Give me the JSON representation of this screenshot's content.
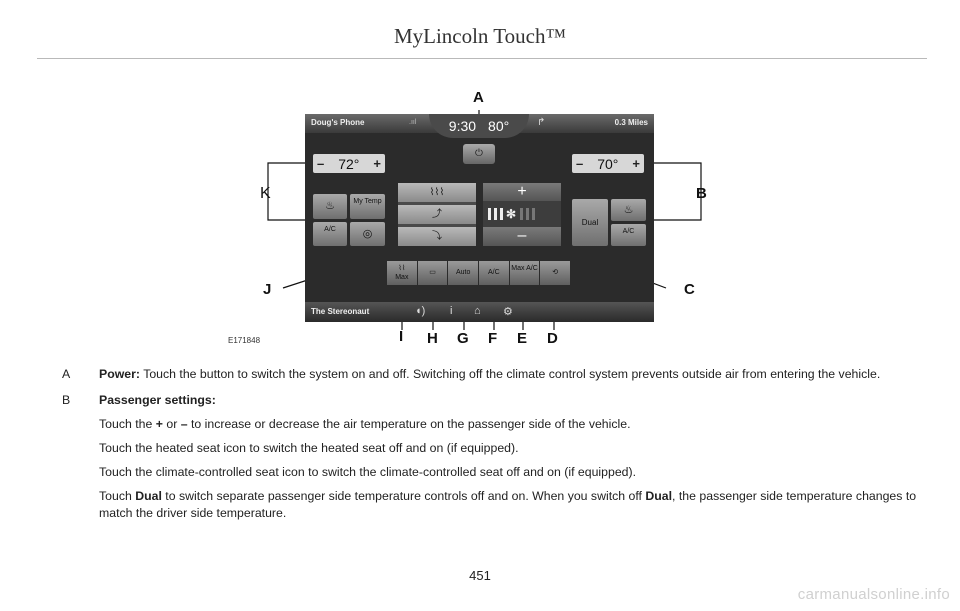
{
  "header": {
    "title": "MyLincoln Touch™"
  },
  "figure": {
    "id": "E171848",
    "callouts": {
      "A": "A",
      "B": "B",
      "C": "C",
      "D": "D",
      "E": "E",
      "F": "F",
      "G": "G",
      "H": "H",
      "I": "I",
      "J": "J",
      "K": "K"
    },
    "screen": {
      "phone": "Doug's Phone",
      "signal": ".ııl",
      "clock": "9:30",
      "outside_temp": "80°",
      "distance": "0.3 Miles",
      "driver_temp": "72°",
      "passenger_temp": "70°",
      "minus": "–",
      "plus": "+",
      "my_temp": "My Temp",
      "dual": "Dual",
      "ac": "A/C",
      "max": "Max",
      "auto": "Auto",
      "max_ac": "Max A/C",
      "source": "The Stereonaut"
    },
    "icons": [
      "power-icon",
      "heated-seat-icon",
      "cooled-seat-icon",
      "defrost-icon",
      "rear-defrost-icon",
      "recirculation-icon",
      "fan-icon",
      "home-icon",
      "info-icon",
      "settings-icon",
      "voice-icon",
      "navigation-arrow-icon"
    ],
    "colors": {
      "screen_bg": "#2b2b2b",
      "tile": "#8f8f8f"
    }
  },
  "items": [
    {
      "label": "A",
      "bold": "Power:",
      "text": " Touch the button to switch the system on and off. Switching off the climate control system prevents outside air from entering the vehicle."
    },
    {
      "label": "B",
      "bold": "Passenger settings:",
      "lines": [
        {
          "pre": "Touch the ",
          "b1": "+",
          "mid": " or ",
          "b2": "–",
          "post": " to increase or decrease the air temperature on the passenger side of the vehicle."
        },
        {
          "text": "Touch the heated seat icon to switch the heated seat off and on (if equipped)."
        },
        {
          "text": "Touch the climate-controlled seat icon to switch the climate-controlled seat off and on (if equipped)."
        },
        {
          "pre": "Touch ",
          "b1": "Dual",
          "mid": " to switch separate passenger side temperature controls off and on. When you switch off ",
          "b2": "Dual",
          "post": ", the passenger side temperature changes to match the driver side temperature."
        }
      ]
    }
  ],
  "page_number": "451",
  "watermark": "carmanualsonline.info"
}
